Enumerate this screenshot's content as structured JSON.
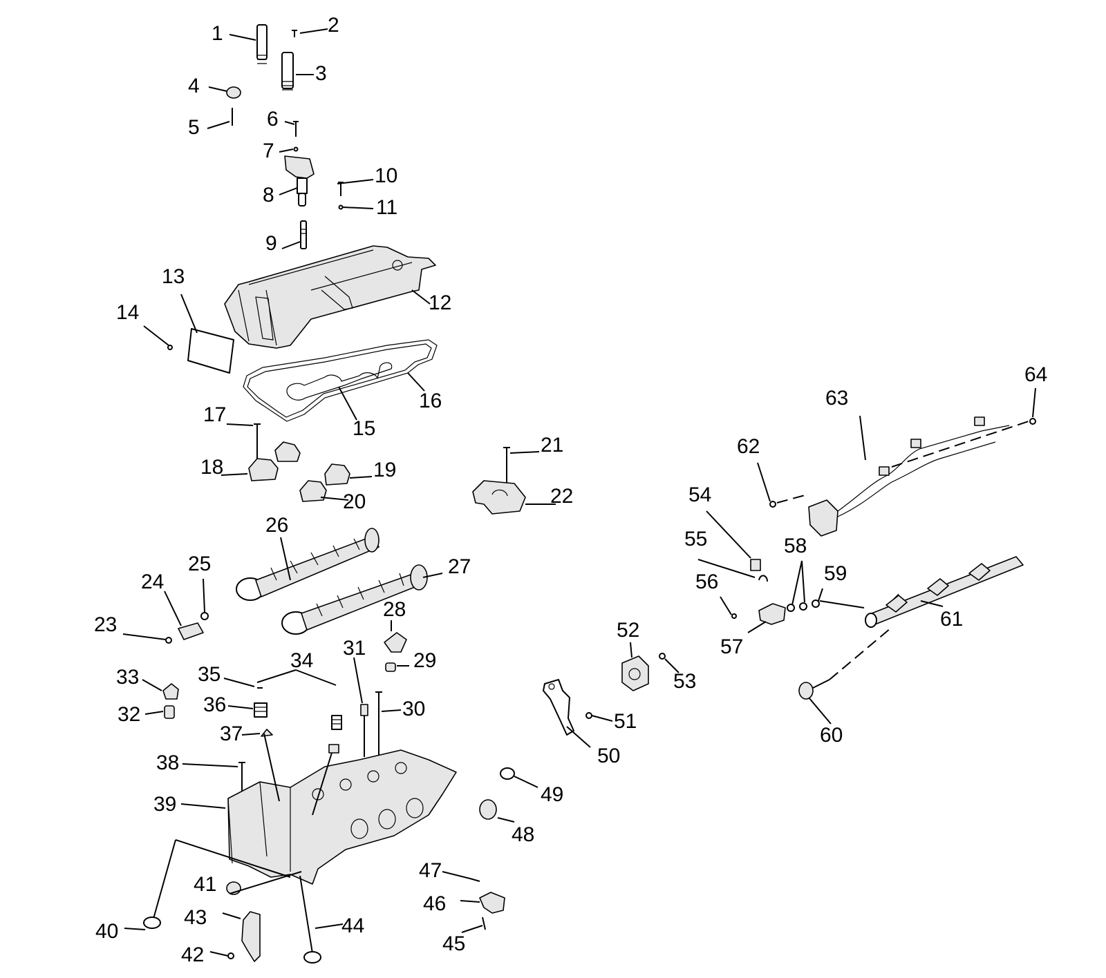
{
  "callouts": [
    "1",
    "2",
    "3",
    "4",
    "5",
    "6",
    "7",
    "8",
    "9",
    "10",
    "11",
    "12",
    "13",
    "14",
    "15",
    "16",
    "17",
    "18",
    "19",
    "20",
    "21",
    "22",
    "23",
    "24",
    "25",
    "26",
    "27",
    "28",
    "29",
    "30",
    "31",
    "32",
    "33",
    "34",
    "35",
    "36",
    "37",
    "38",
    "39",
    "40",
    "41",
    "42",
    "43",
    "44",
    "45",
    "46",
    "47",
    "48",
    "49",
    "50",
    "51",
    "52",
    "53",
    "54",
    "55",
    "56",
    "57",
    "58",
    "59",
    "60",
    "61",
    "62",
    "63",
    "64"
  ]
}
